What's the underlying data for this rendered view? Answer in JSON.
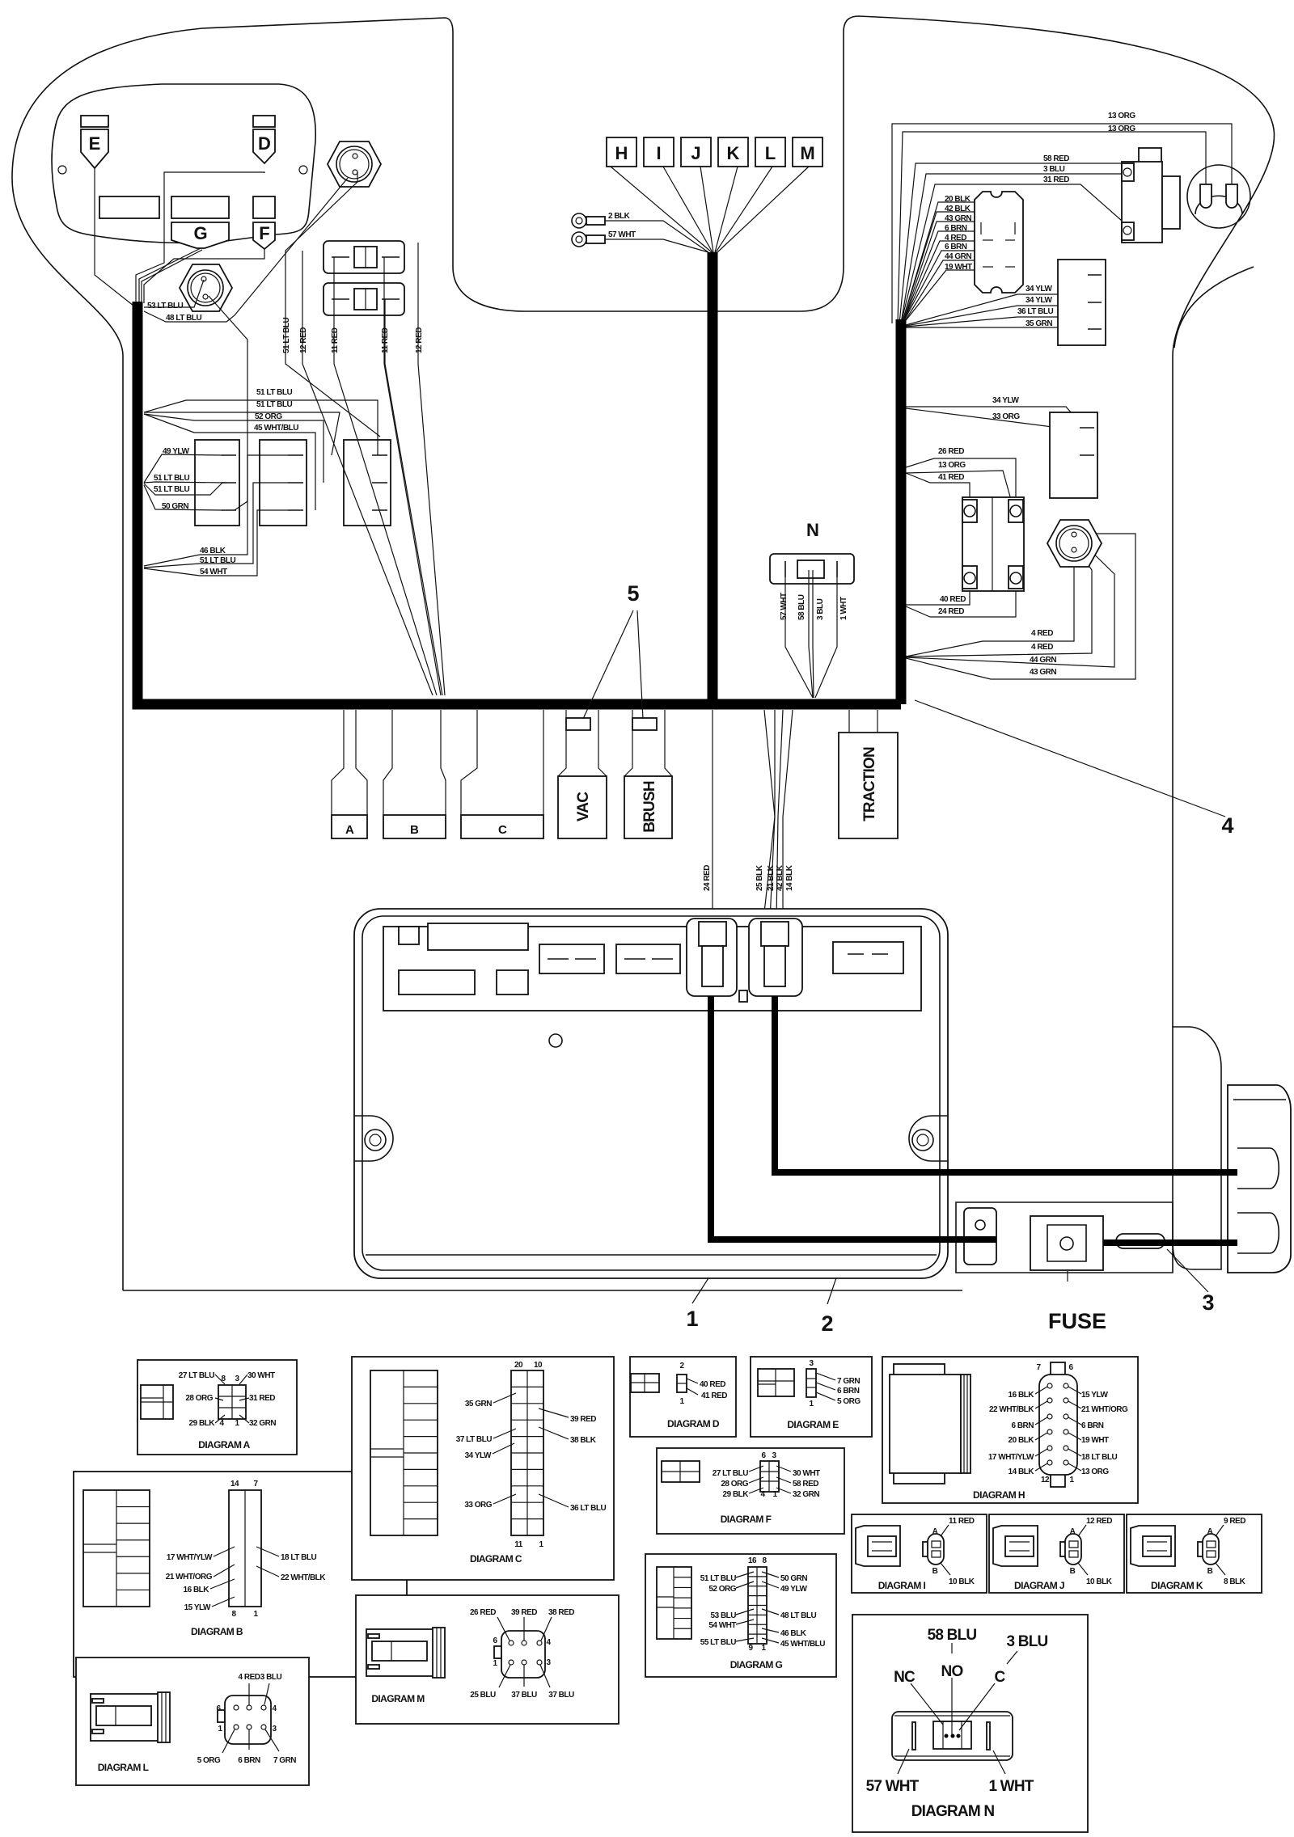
{
  "harness": {
    "top_connectors": [
      "H",
      "I",
      "J",
      "K",
      "L",
      "M"
    ],
    "dash_connectors": [
      "E",
      "D",
      "G",
      "F"
    ],
    "ring_terminals": [
      "2 BLK",
      "57 WHT"
    ],
    "left_wires": [
      "53 LT BLU",
      "48 LT BLU",
      "51 LT BLU",
      "12 RED",
      "11 RED",
      "11 RED",
      "12 RED",
      "51 LT BLU",
      "51 LT BLU",
      "52 ORG",
      "45 WHT/BLU",
      "49 YLW",
      "51 LT BLU",
      "51 LT BLU",
      "50 GRN",
      "46 BLK",
      "51 LT BLU",
      "54 WHT"
    ],
    "right_top_wires": [
      "13 ORG",
      "13 ORG",
      "58 RED",
      "3 BLU",
      "31 RED",
      "20 BLK",
      "42 BLK",
      "43 GRN",
      "6 BRN",
      "4 RED",
      "6 BRN",
      "44 GRN",
      "19 WHT",
      "34 YLW",
      "34 YLW",
      "36 LT BLU",
      "35 GRN"
    ],
    "right_mid_wires": [
      "34 YLW",
      "33 ORG",
      "26 RED",
      "13 ORG",
      "41 RED",
      "40 RED",
      "24 RED",
      "4 RED",
      "4 RED",
      "44 GRN",
      "43 GRN"
    ],
    "switch_n_label": "N",
    "switch_n_wires": [
      "57 WHT",
      "58 BLU",
      "3 BLU",
      "1 WHT"
    ],
    "controller_wires": [
      "24 RED",
      "25 BLK",
      "21 BLK",
      "42 BLK",
      "14 BLK"
    ],
    "bottom_connectors": [
      "A",
      "B",
      "C",
      "VAC",
      "BRUSH",
      "TRACTION"
    ],
    "callouts": [
      "1",
      "2",
      "3",
      "4",
      "5"
    ],
    "fuse_label": "FUSE"
  },
  "diagrams": {
    "A": {
      "title": "DIAGRAM A",
      "labels": [
        "27 LT BLU",
        "8",
        "3",
        "30 WHT",
        "28 ORG",
        "31 RED",
        "29 BLK",
        "4",
        "1",
        "32 GRN"
      ]
    },
    "B": {
      "title": "DIAGRAM B",
      "labels": [
        "14",
        "7",
        "17 WHT/YLW",
        "21 WHT/ORG",
        "16 BLK",
        "15 YLW",
        "18 LT BLU",
        "22 WHT/BLK",
        "8",
        "1"
      ]
    },
    "C": {
      "title": "DIAGRAM C",
      "labels": [
        "20",
        "10",
        "35 GRN",
        "39 RED",
        "37 LT BLU",
        "38 BLK",
        "34 YLW",
        "33 ORG",
        "36 LT BLU",
        "11",
        "1"
      ]
    },
    "D": {
      "title": "DIAGRAM D",
      "labels": [
        "2",
        "1",
        "40 RED",
        "41 RED"
      ]
    },
    "E": {
      "title": "DIAGRAM E",
      "labels": [
        "3",
        "1",
        "7 GRN",
        "6 BRN",
        "5 ORG"
      ]
    },
    "F": {
      "title": "DIAGRAM F",
      "labels": [
        "6",
        "3",
        "27 LT BLU",
        "28 ORG",
        "29 BLK",
        "4",
        "1",
        "30 WHT",
        "58 RED",
        "32 GRN"
      ]
    },
    "G": {
      "title": "DIAGRAM G",
      "labels": [
        "16",
        "8",
        "51 LT BLU",
        "52 ORG",
        "53 BLU",
        "54 WHT",
        "55 LT BLU",
        "50 GRN",
        "49 YLW",
        "48 LT BLU",
        "46 BLK",
        "45 WHT/BLU",
        "9",
        "1"
      ]
    },
    "H": {
      "title": "DIAGRAM H",
      "labels": [
        "7",
        "6",
        "16 BLK",
        "22 WHT/BLK",
        "6 BRN",
        "20 BLK",
        "17 WHT/YLW",
        "14 BLK",
        "15 YLW",
        "21 WHT/ORG",
        "6 BRN",
        "19 WHT",
        "18 LT BLU",
        "13 ORG",
        "12",
        "1"
      ]
    },
    "I": {
      "title": "DIAGRAM I",
      "labels": [
        "11 RED",
        "A",
        "B",
        "10 BLK"
      ]
    },
    "J": {
      "title": "DIAGRAM J",
      "labels": [
        "12 RED",
        "A",
        "B",
        "10 BLK"
      ]
    },
    "K": {
      "title": "DIAGRAM K",
      "labels": [
        "9 RED",
        "A",
        "B",
        "8 BLK"
      ]
    },
    "L": {
      "title": "DIAGRAM L",
      "labels": [
        "4 RED",
        "3 BLU",
        "6",
        "4",
        "1",
        "3",
        "5 ORG",
        "6 BRN",
        "7 GRN"
      ]
    },
    "M": {
      "title": "DIAGRAM M",
      "labels": [
        "26 RED",
        "39 RED",
        "38 RED",
        "6",
        "4",
        "1",
        "3",
        "25 BLU",
        "37 BLU",
        "37 BLU"
      ]
    },
    "N": {
      "title": "DIAGRAM N",
      "labels": [
        "58 BLU",
        "3 BLU",
        "NO",
        "NC",
        "C",
        "57 WHT",
        "1 WHT"
      ]
    }
  }
}
